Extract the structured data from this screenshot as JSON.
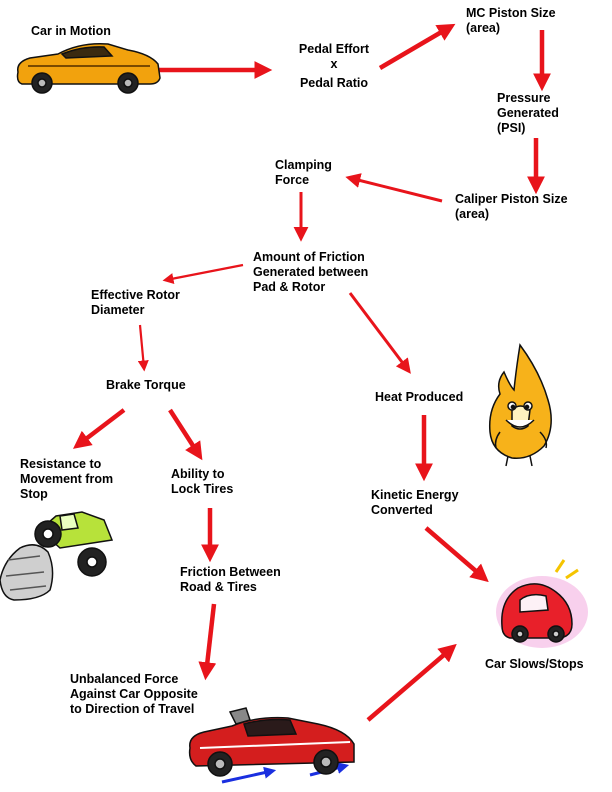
{
  "nodes": {
    "car_in_motion": "Car in Motion",
    "pedal_effort": "Pedal Effort",
    "pedal_x": "x",
    "pedal_ratio": "Pedal Ratio",
    "mc_piston_1": "MC Piston Size",
    "mc_piston_2": "(area)",
    "pressure_1": "Pressure",
    "pressure_2": "Generated",
    "pressure_3": "(PSI)",
    "caliper_1": "Caliper Piston Size",
    "caliper_2": "(area)",
    "clamping_1": "Clamping",
    "clamping_2": "Force",
    "friction_amount_1": "Amount of Friction",
    "friction_amount_2": "Generated between",
    "friction_amount_3": "Pad & Rotor",
    "rotor_1": "Effective Rotor",
    "rotor_2": "Diameter",
    "brake_torque": "Brake Torque",
    "heat": "Heat Produced",
    "resistance_1": "Resistance to",
    "resistance_2": "Movement from",
    "resistance_3": "Stop",
    "lock_1": "Ability to",
    "lock_2": "Lock Tires",
    "kinetic_1": "Kinetic Energy",
    "kinetic_2": "Converted",
    "road_friction_1": "Friction Between",
    "road_friction_2": "Road & Tires",
    "car_slows": "Car Slows/Stops",
    "unbalanced_1": "Unbalanced Force",
    "unbalanced_2": "Against Car Opposite",
    "unbalanced_3": "to Direction of Travel"
  },
  "colors": {
    "arrow": "#e8141b",
    "accent_arrow": "#1a2fe0",
    "mustang": "#f2a20d",
    "flame": "#f7b21a",
    "monster_truck": "#b7e23a",
    "beetle": "#e8202a",
    "camaro": "#d41e1e"
  },
  "icons": [
    "yellow-car-icon",
    "flame-mascot-icon",
    "monster-truck-icon",
    "red-beetle-icon",
    "red-muscle-car-icon"
  ]
}
